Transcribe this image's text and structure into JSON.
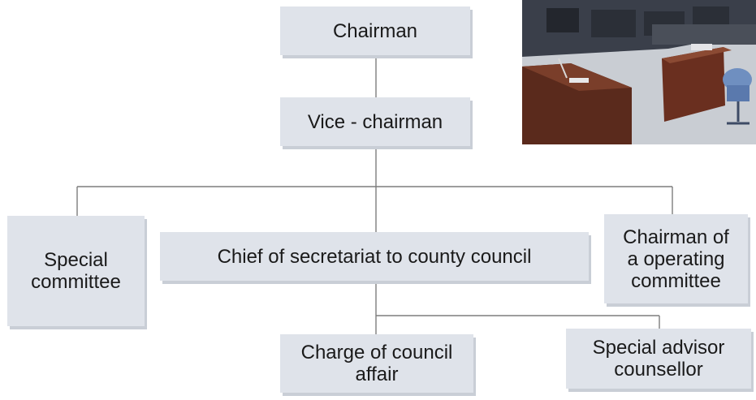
{
  "chart": {
    "chairman": "Chairman",
    "vice_chairman": "Vice - chairman",
    "special_committee": "Special\ncommittee",
    "chief_secretariat": "Chief of secretariat to county council",
    "chairman_operating": "Chairman of\na operating\ncommittee",
    "council_affair": "Charge of council\naffair",
    "special_advisor": "Special advisor\ncounsellor"
  },
  "photo": {
    "subject": "council-chamber-photo",
    "colors": {
      "wall": "#3a3f4a",
      "floor": "#c9cdd3",
      "desk": "#5a2a1c",
      "chair": "#6f8fc0"
    }
  },
  "colors": {
    "box_fill": "#dfe3ea",
    "box_shadow": "#c9ced6",
    "connector": "#7d7d7d"
  }
}
